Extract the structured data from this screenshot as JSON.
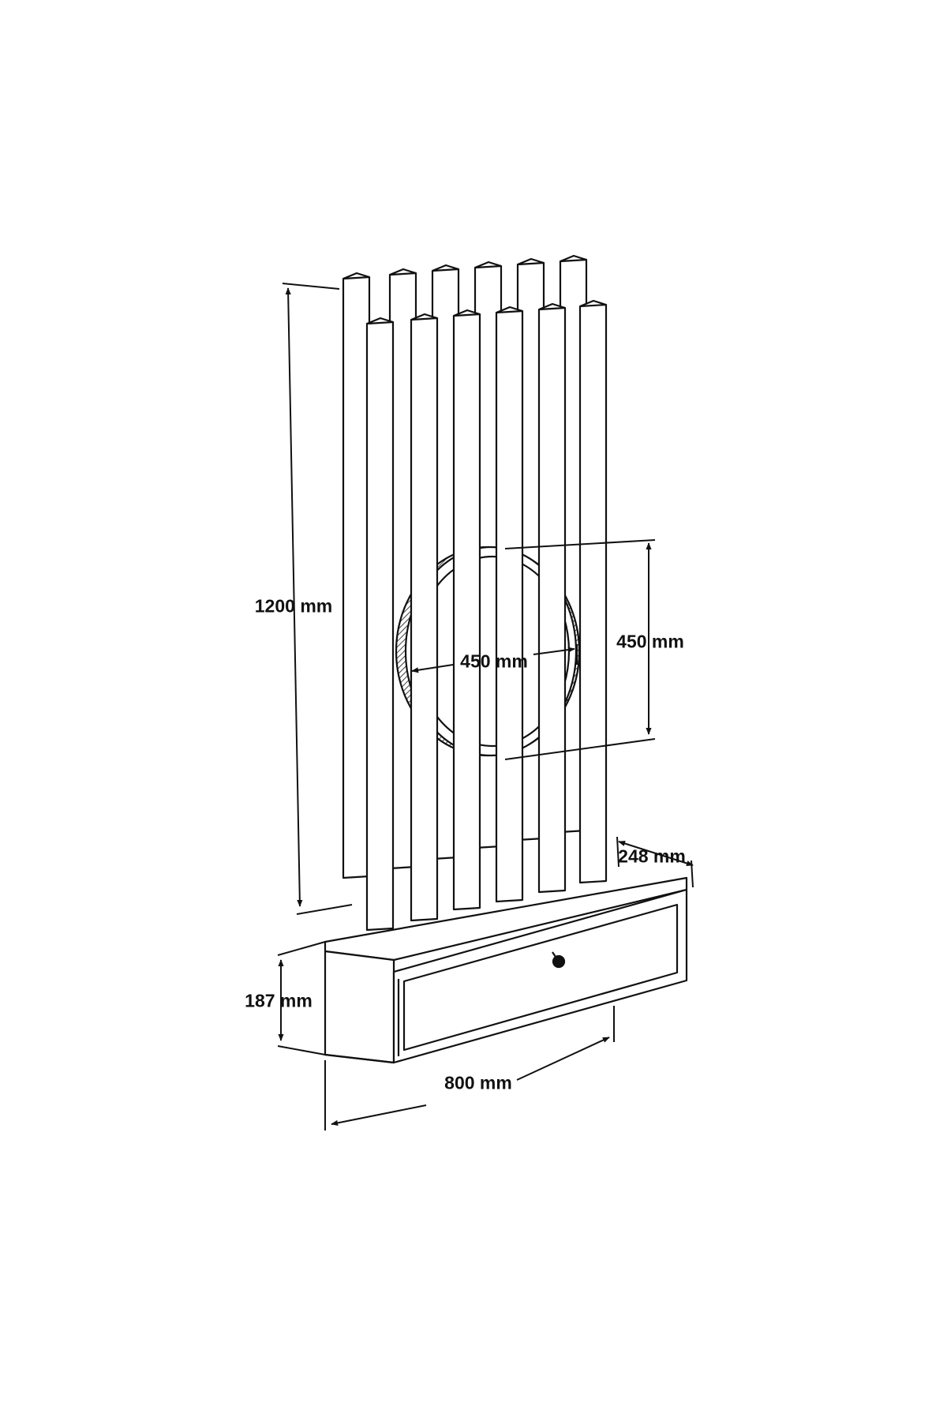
{
  "diagram": {
    "line_color": "#111111",
    "background": "#ffffff",
    "dimensions": {
      "total_height": "1200 mm",
      "mirror_width": "450 mm",
      "mirror_height": "450 mm",
      "depth": "248 mm",
      "shelf_height": "187 mm",
      "shelf_width": "800 mm"
    }
  }
}
